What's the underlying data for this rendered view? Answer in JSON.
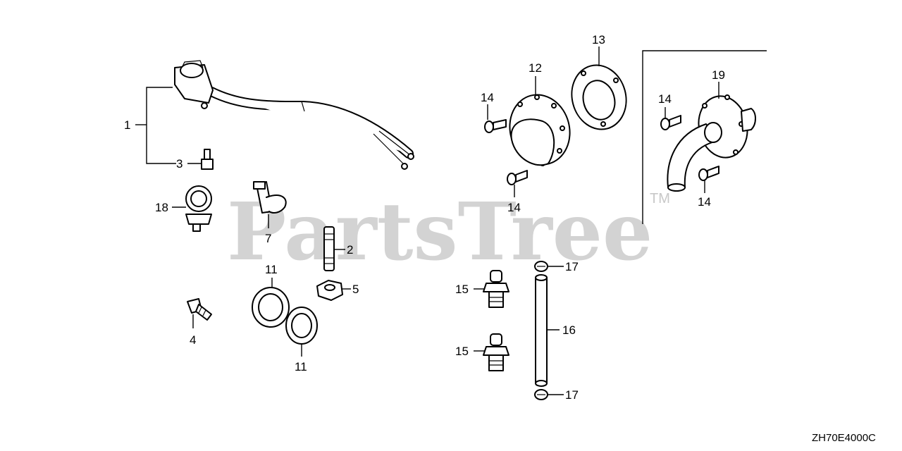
{
  "watermark": {
    "text": "PartsTree",
    "trademark": "TM"
  },
  "diagram_code": "ZH70E4000C",
  "callouts": {
    "c1": "1",
    "c2": "2",
    "c3": "3",
    "c4": "4",
    "c5": "5",
    "c7": "7",
    "c11a": "11",
    "c11b": "11",
    "c12": "12",
    "c13": "13",
    "c14a": "14",
    "c14b": "14",
    "c14c": "14",
    "c14d": "14",
    "c15a": "15",
    "c15b": "15",
    "c16": "16",
    "c17a": "17",
    "c17b": "17",
    "c18": "18",
    "c19": "19"
  }
}
